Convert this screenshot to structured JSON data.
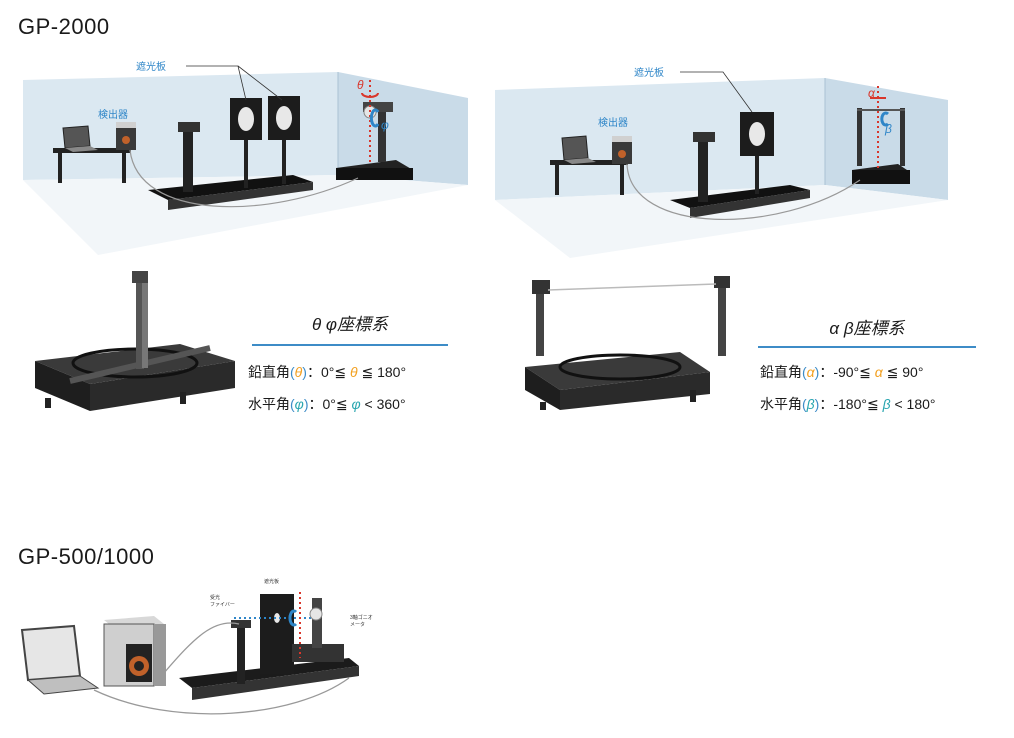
{
  "headings": {
    "gp2000": "GP-2000",
    "gp500": "GP-500/1000"
  },
  "callouts": {
    "shade_left": "遮光板",
    "detector_left": "検出器",
    "shade_right": "遮光板",
    "detector_right": "検出器",
    "gp500_shade": "遮光板",
    "gp500_fiber": "受光\nファイバー",
    "gp500_goni": "3軸ゴニオ\nメータ"
  },
  "symbols": {
    "theta": "θ",
    "phi": "φ",
    "alpha": "α",
    "beta": "β"
  },
  "theta_phi": {
    "title": "θ φ座標系",
    "vertical_label": "鉛直角",
    "vertical_sym": "θ",
    "vertical_range_start": "：0°≦ ",
    "vertical_range_mid": "θ",
    "vertical_range_end": " ≦ 180°",
    "horizontal_label": "水平角",
    "horizontal_sym": "φ",
    "horizontal_range_start": "：0°≦ ",
    "horizontal_range_mid": "φ",
    "horizontal_range_end": " < 360°"
  },
  "alpha_beta": {
    "title": "α β座標系",
    "vertical_label": "鉛直角",
    "vertical_sym": "α",
    "vertical_range_start": "：-90°≦ ",
    "vertical_range_mid": "α",
    "vertical_range_end": " ≦ 90°",
    "horizontal_label": "水平角",
    "horizontal_sym": "β",
    "horizontal_range_start": "：-180°≦ ",
    "horizontal_range_mid": "β",
    "horizontal_range_end": " < 180°"
  },
  "colors": {
    "accent_blue": "#2f86c8",
    "orange": "#f2a020",
    "teal": "#2aa6b0",
    "room": "#dbe8f1",
    "red_dots": "#d9362b"
  }
}
